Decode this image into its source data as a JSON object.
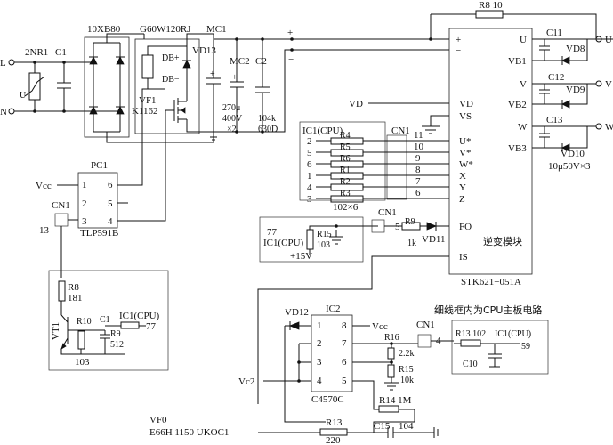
{
  "input": {
    "L": "L",
    "N": "N",
    "varistor": "2NR1",
    "varistor_symbol": "U",
    "c1": "C1"
  },
  "rectifier": {
    "label": "10XB80"
  },
  "relay": {
    "label": "G60W120RJ",
    "db_plus": "DB+",
    "db_minus": "DB−",
    "vf1": "VF1",
    "k1162": "K1162"
  },
  "vd13": "VD13",
  "mc1": "MC1",
  "mc2": "MC2",
  "c2": "C2",
  "mc2_value": [
    "270μ",
    "400V",
    "×2"
  ],
  "c2_value": [
    "104k",
    "630D"
  ],
  "vd_label": "VD",
  "r8_top": "R8 10",
  "plus1": "+",
  "minus1": "−",
  "stk": {
    "pins": [
      "+",
      "−",
      "VD",
      "VS",
      "U*",
      "V*",
      "W*",
      "X",
      "Y",
      "Z",
      "FO",
      "IS"
    ],
    "right_pins": [
      "U",
      "VB1",
      "V",
      "VB2",
      "W",
      "VB3"
    ],
    "title": "逆变模块",
    "part": "STK621−051A"
  },
  "bootstrap": {
    "caps": [
      "C11",
      "C12",
      "C13"
    ],
    "diodes": [
      "VD8",
      "VD9",
      "VD10"
    ],
    "value": "10μ50V×3",
    "outputs": [
      "U",
      "V",
      "W"
    ]
  },
  "ic1_block": {
    "title": "IC1(CPU)",
    "pins": [
      "2",
      "5",
      "6",
      "1",
      "4",
      "3"
    ],
    "resistors": [
      "R4",
      "R5",
      "R6",
      "R1",
      "R2",
      "R3"
    ],
    "value": "102×6",
    "cn1": "CN1",
    "cn_pins": [
      "11",
      "10",
      "9",
      "8",
      "7",
      "6"
    ]
  },
  "fo_block": {
    "pin": "77",
    "ic": "IC1(CPU)",
    "r15": "R15",
    "r15v": "103",
    "supply": "+15V",
    "cn1": "CN1",
    "cn_pin": "5",
    "r9": "R9",
    "r9v": "1k",
    "vd11": "VD11"
  },
  "pc1": {
    "label": "PC1",
    "part": "TLP591B",
    "pins": [
      "1",
      "2",
      "3",
      "6",
      "5",
      "4"
    ],
    "vcc": "Vcc",
    "cn1": "CN1",
    "pin13": "13"
  },
  "cpu_block": {
    "r8": "R8",
    "r8v": "181",
    "vt1": "VT1",
    "r10": "R10",
    "c1": "C1",
    "r9": "R9",
    "r9v": "512",
    "r103": "103",
    "ic": "IC1(CPU)",
    "pin": "77"
  },
  "ic2": {
    "label": "IC2",
    "part": "C4570C",
    "pins": [
      "8",
      "7",
      "6",
      "5",
      "1",
      "2",
      "3",
      "4"
    ],
    "vcc": "Vcc",
    "vc2": "Vc2",
    "vd12": "VD12",
    "r16": "R16",
    "r16v": "2.2k",
    "r15": "R15",
    "r15v": "10k",
    "r14": "R14 1M",
    "r13": "R13",
    "r13v": "220",
    "c15": "C15",
    "c15v": "104",
    "cn1": "CN1",
    "cn_pin": "4"
  },
  "note": "细线框内为CPU主板电路",
  "cpu59": {
    "r13": "R13 102",
    "ic": "IC1(CPU)",
    "pin": "59",
    "c10": "C10"
  },
  "footer": [
    "VF0",
    "E66H 1150 UKOC1"
  ]
}
